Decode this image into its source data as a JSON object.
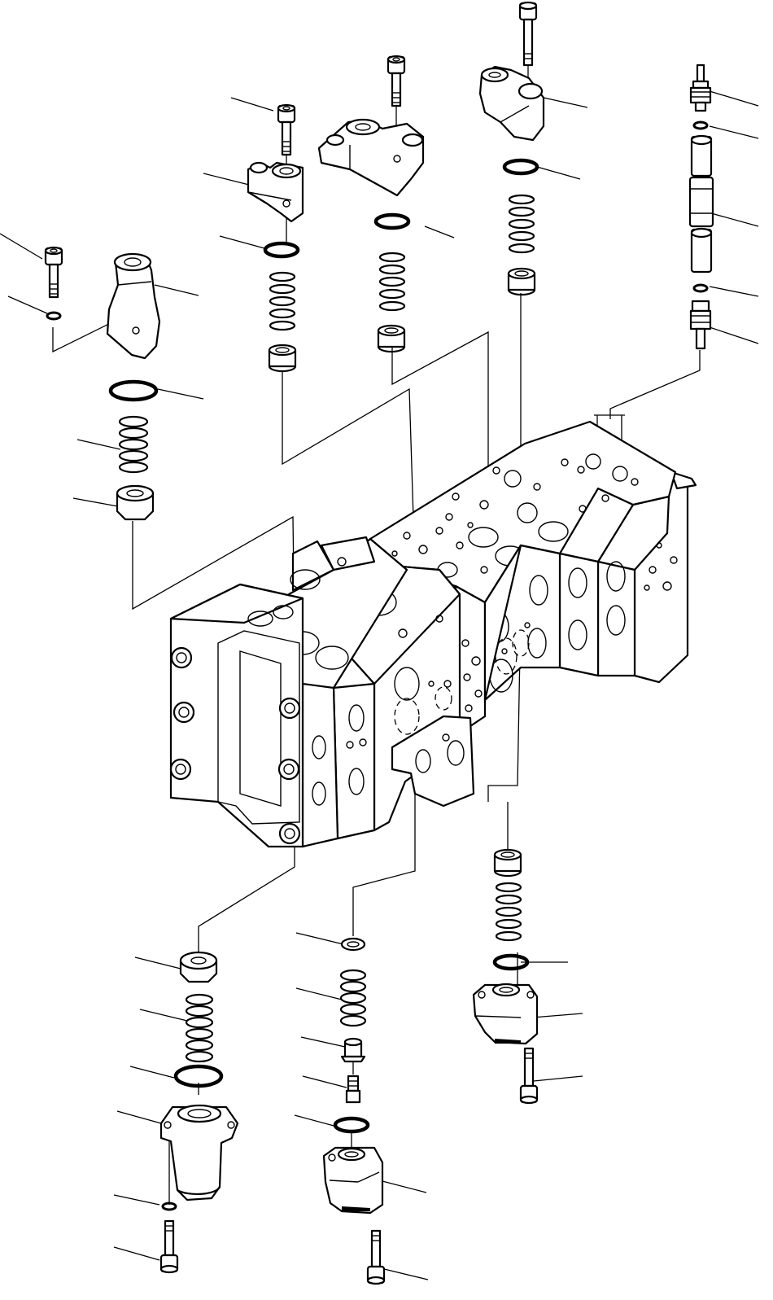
{
  "figure": {
    "background": "#ffffff",
    "ink": "#000000"
  },
  "assembly": {
    "main": "control-valve-body",
    "groups": [
      "upper-left-relief-valve",
      "upper-cover-1",
      "upper-cover-2",
      "upper-cover-3",
      "pressure-sensor",
      "lower-left-relief-valve",
      "lower-center-check-valve",
      "lower-right-cover"
    ]
  }
}
